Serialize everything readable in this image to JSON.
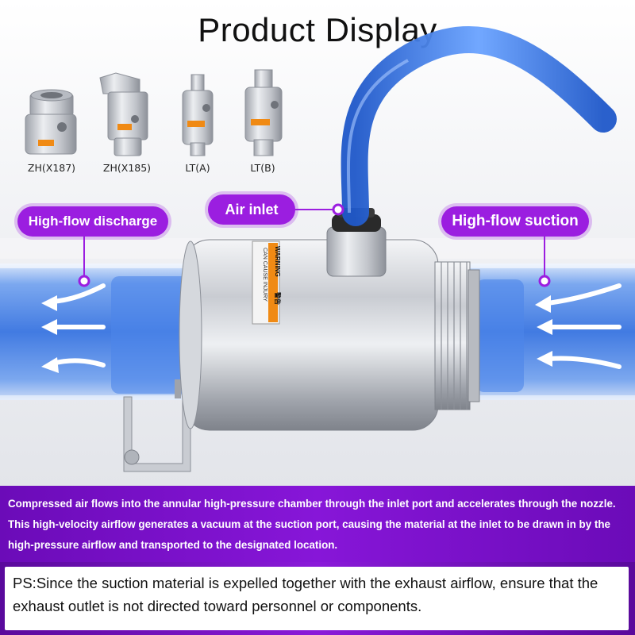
{
  "title": "Product Display",
  "products": [
    {
      "label": "ZH(X187)"
    },
    {
      "label": "ZH(X185)"
    },
    {
      "label": "LT(A)"
    },
    {
      "label": "LT(B)"
    }
  ],
  "callouts": {
    "air_inlet": "Air inlet",
    "discharge": "High-flow discharge",
    "suction": "High-flow suction"
  },
  "sticker": {
    "warning": "WARNING",
    "warning_cn": "警告",
    "injury": "CAN CAUSE INJURY"
  },
  "description": "Compressed air flows into the annular high-pressure chamber through the inlet port and accelerates through the nozzle. This high-velocity airflow generates a vacuum at the suction port, causing the material at the inlet to be drawn in by the high-pressure airflow and transported to the designated location.",
  "ps_note": "PS:Since the suction material is expelled together with the exhaust airflow, ensure that the exhaust outlet is not directed toward personnel or components.",
  "colors": {
    "accent_purple": "#9b1ee0",
    "pipe_blue": "#2d6fe0",
    "hose_blue": "#3f7ff0",
    "warning_orange": "#f08a14"
  }
}
